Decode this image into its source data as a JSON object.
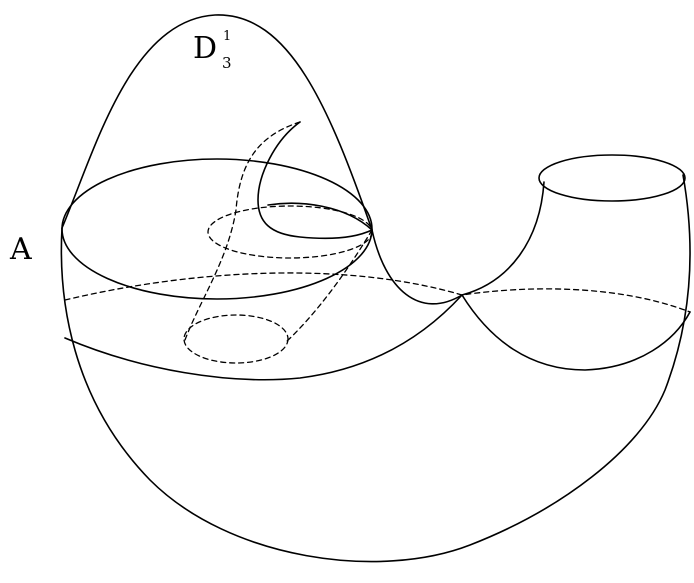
{
  "labels": {
    "region": "A",
    "disk": {
      "base": "D",
      "subscript": "3",
      "superscript": "1"
    }
  }
}
